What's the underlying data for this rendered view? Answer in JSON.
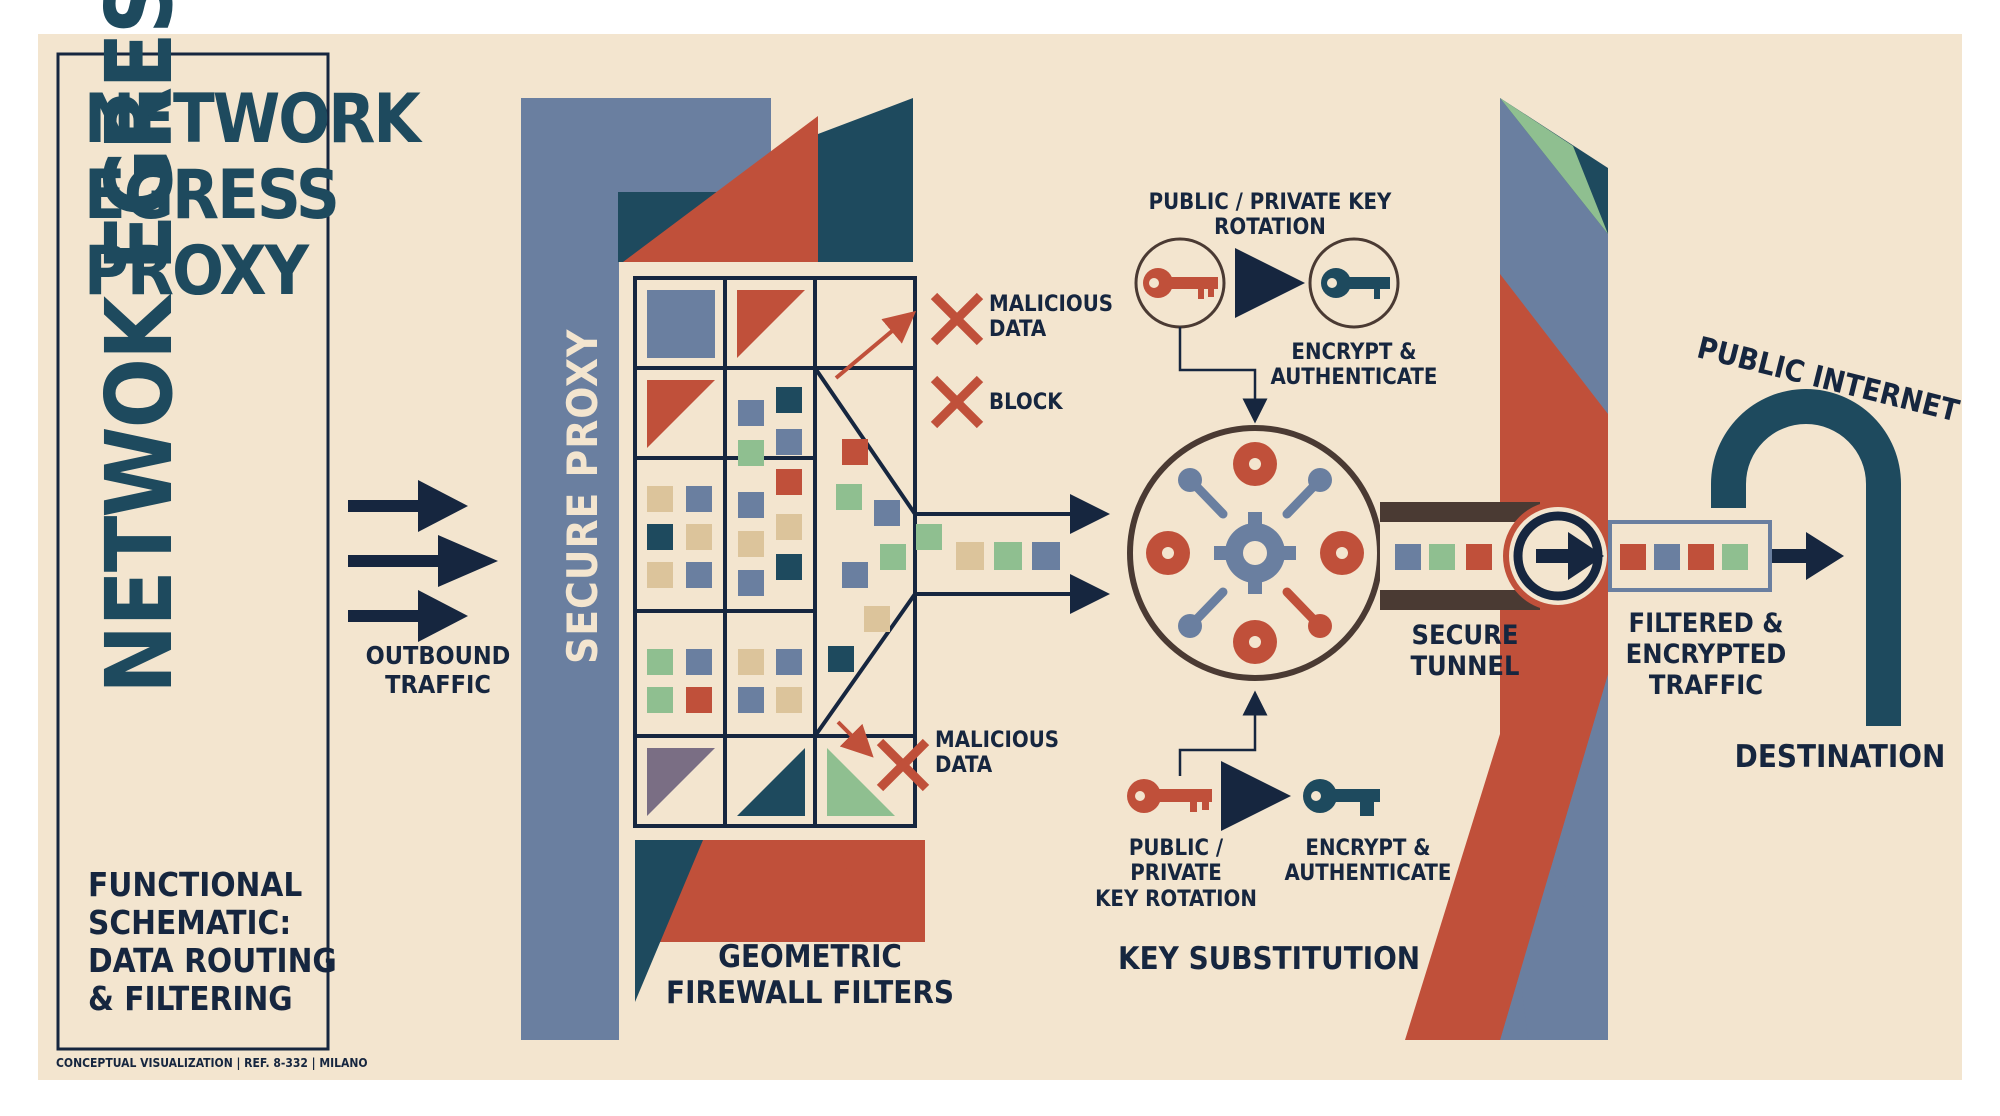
{
  "title": "NETWORK\nEGRESS\nPROXY",
  "vertical_title": "NETWOK EGRESY",
  "subtitle": "FUNCTIONAL\nSCHEMATIC:\nDATA ROUTING\n& FILTERING",
  "footer": "CONCEPTUAL VISUALIZATION | REF. 8-332 | MILANO",
  "labels": {
    "outbound": "OUTBOUND\nTRAFFIC",
    "secure_proxy": "SECURE PROXY",
    "malicious_top": "MALICIOUS\nDATA",
    "block": "BLOCK",
    "malicious_bottom": "MALICIOUS\nDATA",
    "firewall": "GEOMETRIC\nFIREWALL FILTERS",
    "key_rotation_top": "PUBLIC / PRIVATE KEY\nROTATION",
    "encrypt_top": "ENCRYPT &\nAUTHENTICATE",
    "key_rotation_bottom": "PUBLIC / PRIVATE\nKEY ROTATION",
    "encrypt_bottom": "ENCRYPT &\nAUTHENTICATE",
    "key_substitution": "KEY SUBSTITUTION",
    "secure_tunnel": "SECURE\nTUNNEL",
    "filtered": "FILTERED &\nENCRYPTED\nTRAFFIC",
    "public_internet": "PUBLIC INTERNET",
    "destination": "DESTINATION"
  },
  "colors": {
    "background": "#f3e5cf",
    "navy": "#16263f",
    "teal": "#1e4a5e",
    "slate_blue": "#6a7fa0",
    "rust": "#c0503a",
    "sage": "#8fbf90",
    "tan": "#dcc49b"
  },
  "icons": [
    "right-arrow-icon",
    "cross-icon",
    "red-key-icon",
    "blue-key-icon",
    "gear-icon",
    "tunnel-arrow-icon"
  ]
}
